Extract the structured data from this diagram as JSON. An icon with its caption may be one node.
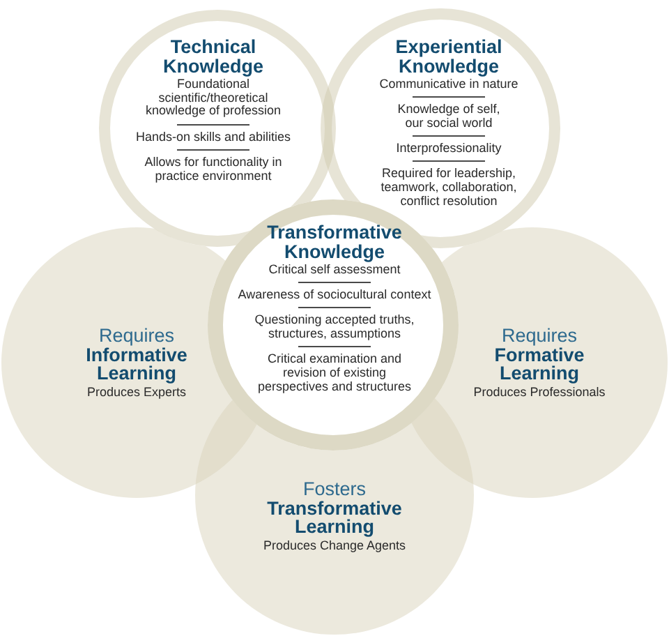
{
  "diagram": {
    "nodes": [
      {
        "text": [
          "Technical Knowledge",
          "Foundational scientific/theoretical knowledge of profession",
          "Hands-on skills and abilities",
          "Allows for functionality in practice environment"
        ]
      },
      {
        "text": [
          "Experiential Knowledge",
          "Communicative in nature",
          "Knowledge of self, our social world",
          "Interprofessionality",
          "Required for leadership, teamwork, collaboration, conflict resolution"
        ]
      },
      {
        "text": [
          "Transformative Knowledge",
          "Critical self assessment",
          "Awareness of sociocultural context",
          "Questioning accepted truths, structures, assumptions",
          "Critical examination and revision of existing perspectives and structures"
        ]
      },
      {
        "text": [
          "Requires **Informative Learning**",
          "Produces Experts"
        ]
      },
      {
        "text": [
          "Requires **Formative Learning**",
          "Produces Professionals"
        ]
      },
      {
        "text": [
          "Fosters **Transformative Learning**",
          "Produces Change Agents"
        ]
      }
    ]
  }
}
